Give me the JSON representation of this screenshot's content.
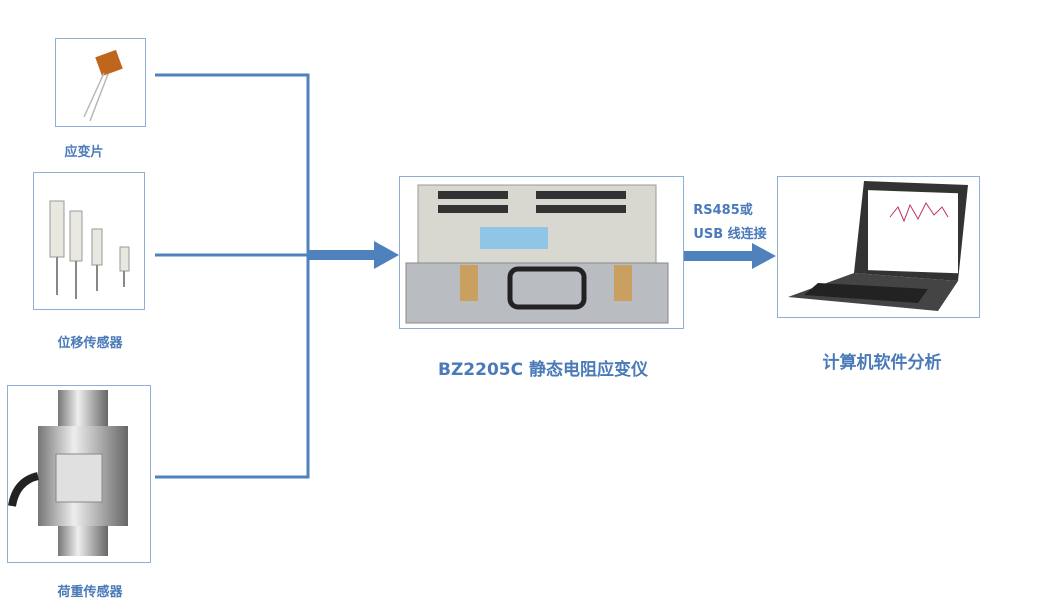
{
  "inputs": [
    {
      "label": "应变片"
    },
    {
      "label": "位移传感器"
    },
    {
      "label": "荷重传感器"
    }
  ],
  "device": {
    "label": "BZ2205C 静态电阻应变仪"
  },
  "connection": {
    "line1": "RS485或",
    "line2": "USB 线连接"
  },
  "computer": {
    "label": "计算机软件分析"
  },
  "colors": {
    "line": "#4f81bd",
    "text": "#4a7ab8"
  }
}
